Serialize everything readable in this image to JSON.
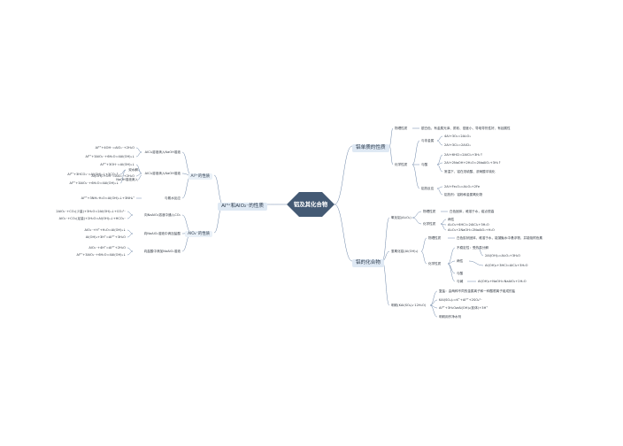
{
  "root": "铝及其化合物",
  "left": {
    "title": "Al³⁺和AlO₂⁻的性质",
    "groups": [
      {
        "label": "Al³⁺的性质",
        "items": [
          {
            "label": "AlCl₃溶液滴入NaOH溶液",
            "leaves": [
              "Al³⁺+4OH⁻=AlO₂⁻+2H₂O",
              "Al³⁺+3AlO₂⁻+6H₂O=4Al(OH)₃↓"
            ]
          },
          {
            "label": "AlCl₃溶液滴入NaOH溶液",
            "leaves": [
              "Al³⁺+3OH⁻=Al(OH)₃↓",
              "Al(OH)₃+OH⁻=AlO₂⁻+2H₂O"
            ],
            "sub": "NaOH溶液滴入"
          },
          {
            "label": "双水解",
            "leaves": [
              "Al³⁺+3HCO₃⁻=Al(OH)₃↓+3CO₂↑",
              "Al³⁺+3AlO₂⁻+6H₂O=4Al(OH)₃↓"
            ]
          },
          {
            "label": "与氨水反应",
            "leaves": [
              "Al³⁺+3NH₃·H₂O=Al(OH)₃↓+3NH₄⁺"
            ]
          }
        ]
      },
      {
        "label": "AlO₂⁻的性质",
        "items": [
          {
            "label": "向NaAlO₂溶液中通入CO₂",
            "leaves": [
              "2AlO₂⁻+CO₂(少量)+3H₂O=2Al(OH)₃↓+CO₃²⁻",
              "AlO₂⁻+CO₂(足量)+2H₂O=Al(OH)₃↓+HCO₃⁻"
            ]
          },
          {
            "label": "向NaAlO₂溶液中滴加盐酸",
            "leaves": [
              "AlO₂⁻+H⁺+H₂O=Al(OH)₃↓",
              "Al(OH)₃+3H⁺=Al³⁺+3H₂O"
            ]
          },
          {
            "label": "向盐酸中滴加NaAlO₂溶液",
            "leaves": [
              "AlO₂⁻+4H⁺=Al³⁺+2H₂O",
              "Al³⁺+3AlO₂⁻+6H₂O=4Al(OH)₃↓"
            ]
          }
        ]
      }
    ]
  },
  "right": {
    "metal": {
      "title": "铝单质的性质",
      "physical": {
        "label": "物理性质",
        "text": "银白色、有金属光泽、质软、密度小、导电导热性好、有延展性"
      },
      "chemical": {
        "label": "化学性质",
        "items": [
          {
            "label": "与非金属",
            "leaves": [
              "4Al+3O₂=2Al₂O₃",
              "2Al+3Cl₂=2AlCl₃"
            ]
          },
          {
            "label": "与酸",
            "leaves": [
              "2Al+6HCl=2AlCl₃+3H₂↑",
              "2Al+2NaOH+2H₂O=2NaAlO₂+3H₂↑",
              "常温下，铝在浓硫酸、浓硝酸中钝化"
            ]
          },
          {
            "label": "铝热反应",
            "leaves": [
              "2Al+Fe₂O₃=Al₂O₃+2Fe",
              "铝热剂：铝粉和金属氧化物"
            ]
          }
        ]
      }
    },
    "compound": {
      "title": "铝的化合物",
      "oxide": {
        "label": "氧化铝(Al₂O₃)",
        "phys": "物理性质",
        "phys_text": "白色固体，难溶于水，熔点很高",
        "chem": "化学性质",
        "chem_leaves": [
          "两性",
          "Al₂O₃+6HCl=2AlCl₃+3H₂O",
          "Al₂O₃+2NaOH=2NaAlO₂+H₂O"
        ]
      },
      "hydroxide": {
        "label": "氢氧化铝(Al(OH)₃)",
        "phys": "物理性质",
        "phys_text": "白色胶状固体，难溶于水，能凝聚水中悬浮物，并能吸附色素",
        "chem": "化学性质",
        "chem_leaves": [
          "不稳定性：受热易分解",
          "两性",
          "与酸",
          "与碱",
          "2Al(OH)₃=Al₂O₃+3H₂O",
          "Al(OH)₃+3HCl=AlCl₃+3H₂O",
          "Al(OH)₃+NaOH=NaAlO₂+2H₂O"
        ]
      },
      "alum": {
        "label": "明矾(KAl(SO₄)₂·12H₂O)",
        "leaves": [
          "复盐：由两种不同的金属离子和一种酸根离子组成的盐",
          "KAl(SO₄)₂=K⁺+Al³⁺+2SO₄²⁻",
          "Al³⁺+3H₂O⇌Al(OH)₃(胶体)+3H⁺",
          "明矾用作净水剂"
        ]
      }
    }
  }
}
